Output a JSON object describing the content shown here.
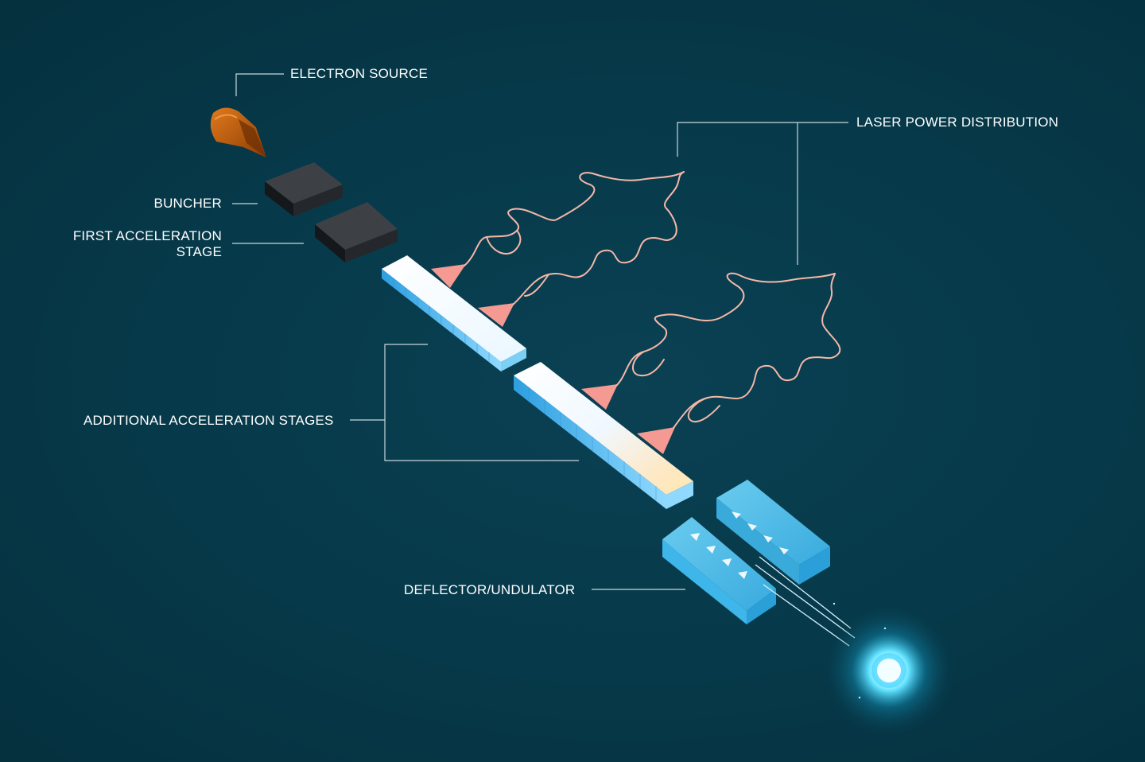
{
  "labels": {
    "electron_source": "ELECTRON SOURCE",
    "laser_power_distribution": "LASER POWER DISTRIBUTION",
    "buncher": "BUNCHER",
    "first_acceleration_stage_line1": "FIRST ACCELERATION",
    "first_acceleration_stage_line2": "STAGE",
    "additional_acceleration_stages": "ADDITIONAL ACCELERATION STAGES",
    "deflector_undulator": "DEFLECTOR/UNDULATOR"
  },
  "colors": {
    "background": "#063949",
    "leader_lines": "#c9d6db",
    "laser_fiber": "#f5b7a8",
    "laser_cone": "#f59a92",
    "electron_source": "#c8640f",
    "buncher_block": "#3b3f44",
    "accelerator": "#7fd0f5",
    "undulator": "#4cc0ee",
    "output_glow": "#a8f0ff"
  }
}
